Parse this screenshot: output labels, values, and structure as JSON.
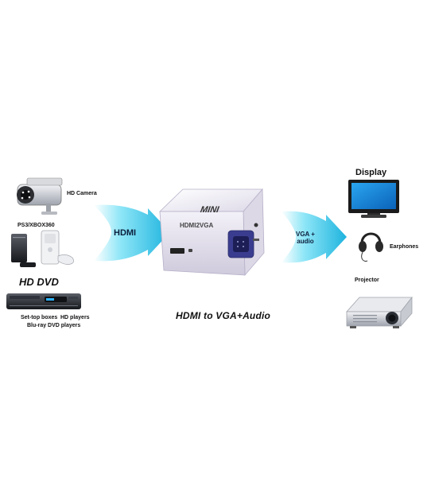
{
  "sources": {
    "camera_label": "HD Camera",
    "console_label": "PS3/XBOX360",
    "dvd_logo": "HD DVD",
    "setop_label": "Set-top boxes",
    "hdplayers_label": "HD players",
    "bluray_label": "Blu-ray DVD players"
  },
  "converter": {
    "brand": "MINI",
    "model": "HDMI2VGA"
  },
  "arrows": {
    "input_label": "HDMI",
    "output_label_line1": "VGA +",
    "output_label_line2": "audio"
  },
  "outputs": {
    "display_label": "Display",
    "earphones_label": "Earphones",
    "projector_label": "Projector"
  },
  "caption": "HDMI to VGA+Audio",
  "colors": {
    "arrow_light": "#e8fbff",
    "arrow_mid": "#5fd9f2",
    "arrow_dark": "#1fb6e0",
    "screen_blue": "#1a8fe0",
    "device_silver": "#c9ccd3"
  }
}
